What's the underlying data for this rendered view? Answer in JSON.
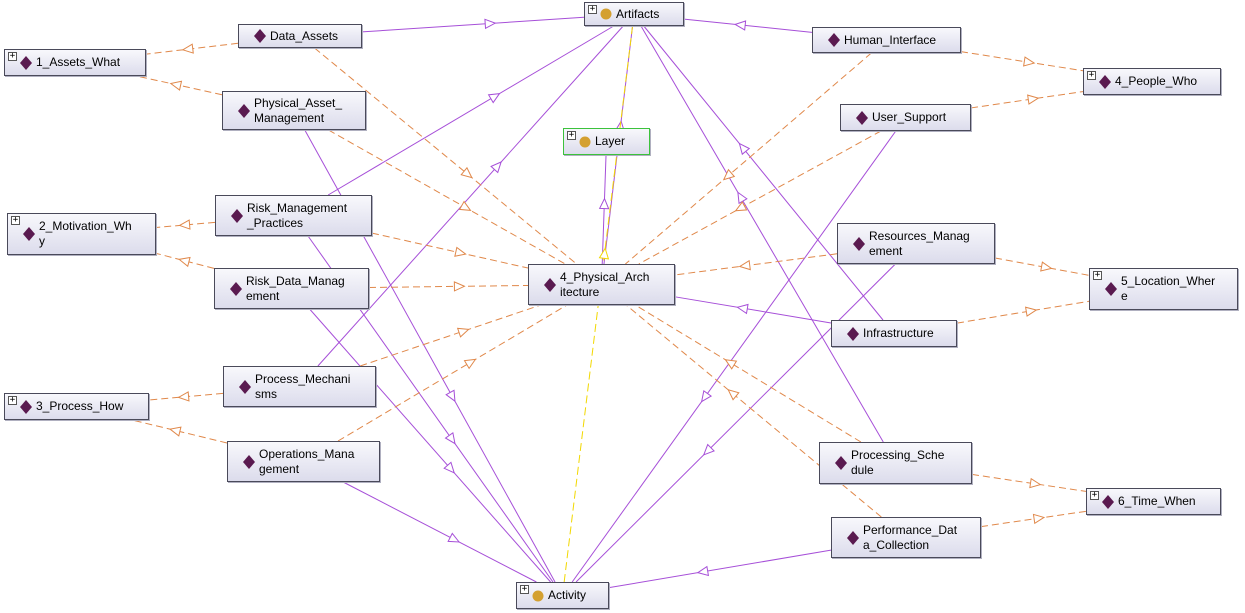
{
  "colors": {
    "subclass_edge": "#a64fd8",
    "property_edge": "#e0884a",
    "layer_edge": "#f2d800",
    "individual_glyph": "#5a1a50",
    "class_glyph": "#d4a030",
    "layer_border": "#3cc23c"
  },
  "expand_glyph": "+",
  "nodes": {
    "artifacts": {
      "label": "Artifacts",
      "kind": "class"
    },
    "data_assets": {
      "label": "Data_Assets",
      "kind": "individual"
    },
    "human_interface": {
      "label": "Human_Interface",
      "kind": "individual"
    },
    "assets_what": {
      "label": "1_Assets_What",
      "kind": "individual"
    },
    "people_who": {
      "label": "4_People_Who",
      "kind": "individual"
    },
    "physical_asset_mgmt": {
      "label": "Physical_Asset_\nManagement",
      "kind": "individual"
    },
    "user_support": {
      "label": "User_Support",
      "kind": "individual"
    },
    "layer": {
      "label": "Layer",
      "kind": "class"
    },
    "risk_mgmt_practices": {
      "label": "Risk_Management\n_Practices",
      "kind": "individual"
    },
    "motivation_why": {
      "label": "2_Motivation_Wh\ny",
      "kind": "individual"
    },
    "resources_mgmt": {
      "label": "Resources_Manag\nement",
      "kind": "individual"
    },
    "risk_data_mgmt": {
      "label": "Risk_Data_Manag\nement",
      "kind": "individual"
    },
    "physical_architecture": {
      "label": "4_Physical_Arch\nitecture",
      "kind": "individual"
    },
    "location_where": {
      "label": "5_Location_Wher\ne",
      "kind": "individual"
    },
    "infrastructure": {
      "label": "Infrastructure",
      "kind": "individual"
    },
    "process_mechanisms": {
      "label": "Process_Mechani\nsms",
      "kind": "individual"
    },
    "process_how": {
      "label": "3_Process_How",
      "kind": "individual"
    },
    "operations_mgmt": {
      "label": "Operations_Mana\ngement",
      "kind": "individual"
    },
    "processing_schedule": {
      "label": "Processing_Sche\ndule",
      "kind": "individual"
    },
    "time_when": {
      "label": "6_Time_When",
      "kind": "individual"
    },
    "performance_data": {
      "label": "Performance_Dat\na_Collection",
      "kind": "individual"
    },
    "activity": {
      "label": "Activity",
      "kind": "class"
    }
  },
  "edges": [
    {
      "from": "data_assets",
      "to": "artifacts",
      "type": "subclass"
    },
    {
      "from": "human_interface",
      "to": "artifacts",
      "type": "subclass"
    },
    {
      "from": "physical_architecture",
      "to": "artifacts",
      "type": "subclass"
    },
    {
      "from": "risk_mgmt_practices",
      "to": "artifacts",
      "type": "subclass"
    },
    {
      "from": "process_mechanisms",
      "to": "artifacts",
      "type": "subclass"
    },
    {
      "from": "processing_schedule",
      "to": "artifacts",
      "type": "subclass"
    },
    {
      "from": "infrastructure",
      "to": "artifacts",
      "type": "subclass"
    },
    {
      "from": "physical_asset_mgmt",
      "to": "activity",
      "type": "subclass"
    },
    {
      "from": "risk_mgmt_practices",
      "to": "activity",
      "type": "subclass"
    },
    {
      "from": "risk_data_mgmt",
      "to": "activity",
      "type": "subclass"
    },
    {
      "from": "operations_mgmt",
      "to": "activity",
      "type": "subclass"
    },
    {
      "from": "user_support",
      "to": "activity",
      "type": "subclass"
    },
    {
      "from": "resources_mgmt",
      "to": "activity",
      "type": "subclass"
    },
    {
      "from": "performance_data",
      "to": "activity",
      "type": "subclass"
    },
    {
      "from": "physical_architecture",
      "to": "layer",
      "type": "subclass"
    },
    {
      "from": "infrastructure",
      "to": "physical_architecture",
      "type": "subclass"
    },
    {
      "from": "activity",
      "to": "artifacts",
      "type": "layer"
    },
    {
      "from": "data_assets",
      "to": "assets_what",
      "type": "property"
    },
    {
      "from": "physical_asset_mgmt",
      "to": "assets_what",
      "type": "property"
    },
    {
      "from": "human_interface",
      "to": "people_who",
      "type": "property"
    },
    {
      "from": "user_support",
      "to": "people_who",
      "type": "property"
    },
    {
      "from": "risk_mgmt_practices",
      "to": "motivation_why",
      "type": "property"
    },
    {
      "from": "risk_data_mgmt",
      "to": "motivation_why",
      "type": "property"
    },
    {
      "from": "resources_mgmt",
      "to": "location_where",
      "type": "property"
    },
    {
      "from": "infrastructure",
      "to": "location_where",
      "type": "property"
    },
    {
      "from": "process_mechanisms",
      "to": "process_how",
      "type": "property"
    },
    {
      "from": "operations_mgmt",
      "to": "process_how",
      "type": "property"
    },
    {
      "from": "processing_schedule",
      "to": "time_when",
      "type": "property"
    },
    {
      "from": "performance_data",
      "to": "time_when",
      "type": "property"
    },
    {
      "from": "data_assets",
      "to": "physical_architecture",
      "type": "property"
    },
    {
      "from": "physical_asset_mgmt",
      "to": "physical_architecture",
      "type": "property"
    },
    {
      "from": "risk_mgmt_practices",
      "to": "physical_architecture",
      "type": "property"
    },
    {
      "from": "risk_data_mgmt",
      "to": "physical_architecture",
      "type": "property"
    },
    {
      "from": "process_mechanisms",
      "to": "physical_architecture",
      "type": "property"
    },
    {
      "from": "operations_mgmt",
      "to": "physical_architecture",
      "type": "property"
    },
    {
      "from": "human_interface",
      "to": "physical_architecture",
      "type": "property"
    },
    {
      "from": "user_support",
      "to": "physical_architecture",
      "type": "property"
    },
    {
      "from": "resources_mgmt",
      "to": "physical_architecture",
      "type": "property"
    },
    {
      "from": "processing_schedule",
      "to": "physical_architecture",
      "type": "property"
    },
    {
      "from": "performance_data",
      "to": "physical_architecture",
      "type": "property"
    }
  ]
}
